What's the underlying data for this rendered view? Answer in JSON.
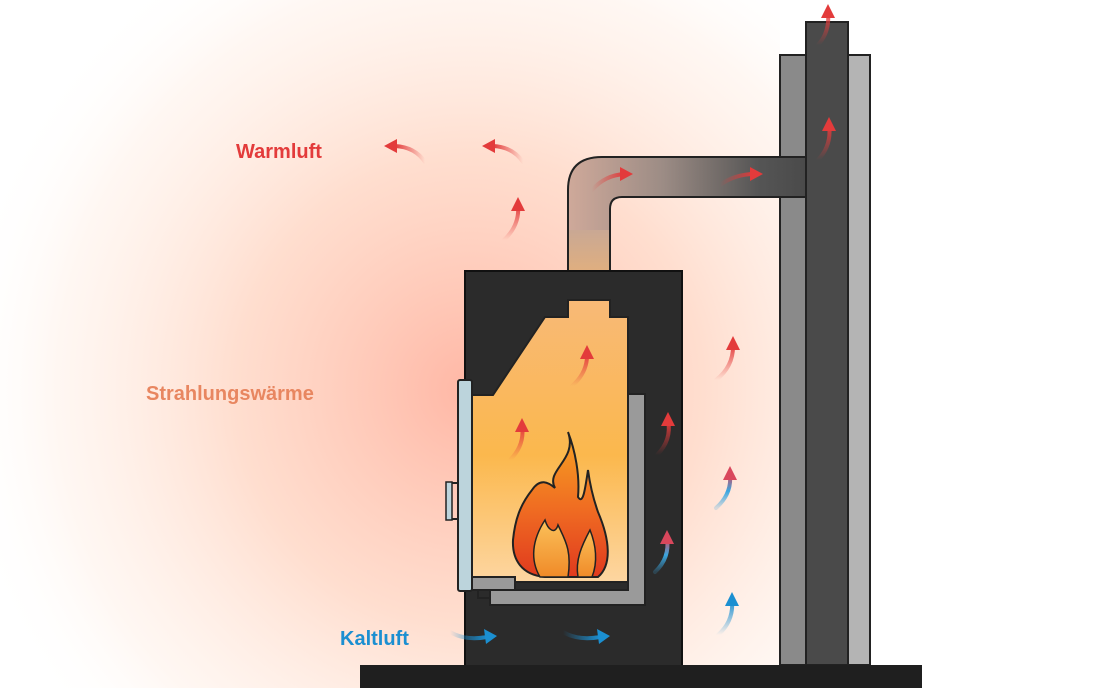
{
  "labels": {
    "warm_air": "Warmluft",
    "radiant_heat": "Strahlungswärme",
    "cold_air": "Kaltluft"
  },
  "colors": {
    "warm_air": "#e33b3b",
    "radiant_heat": "#e88660",
    "cold_air": "#1b8fd1",
    "stove_body": "#2b2b2b",
    "chimney_outer": "#c8c8c8",
    "chimney_mid": "#8a8a8a",
    "flue": "#4a4a4a",
    "glass_door": "#bcd4dc",
    "fire_outer": "#e03a1e",
    "fire_inner": "#f7a323",
    "floor": "#1f1f1f"
  },
  "icons": [
    "fire-icon",
    "warm-air-arrow-icon",
    "cold-air-arrow-icon",
    "mixed-air-arrow-icon"
  ]
}
